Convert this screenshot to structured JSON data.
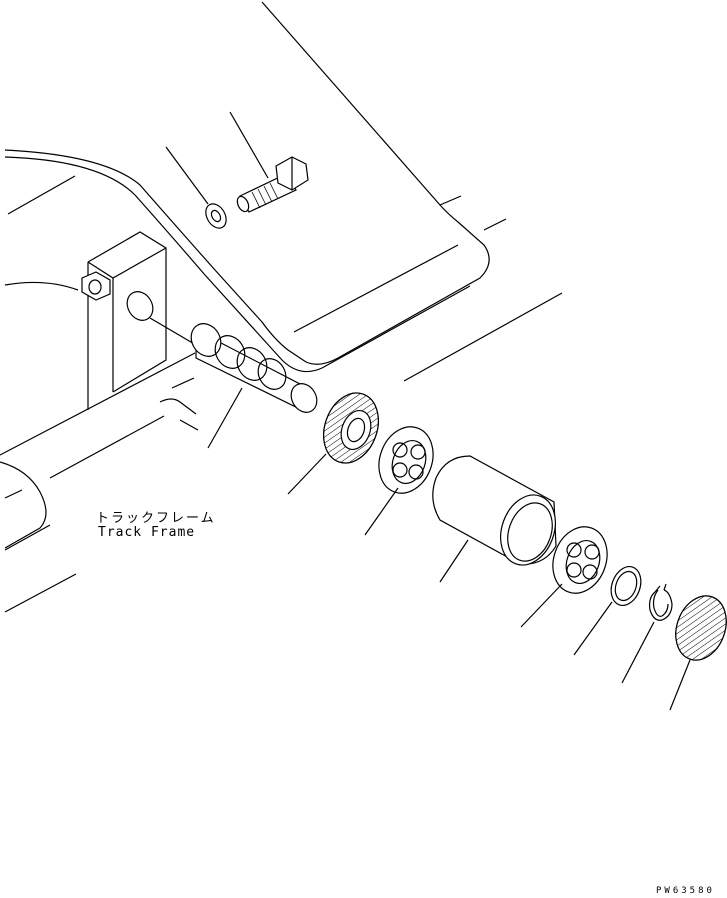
{
  "labels": {
    "track_frame_jp": "トラックフレーム",
    "track_frame_en": "Track Frame"
  },
  "drawing_code": "PW63580"
}
